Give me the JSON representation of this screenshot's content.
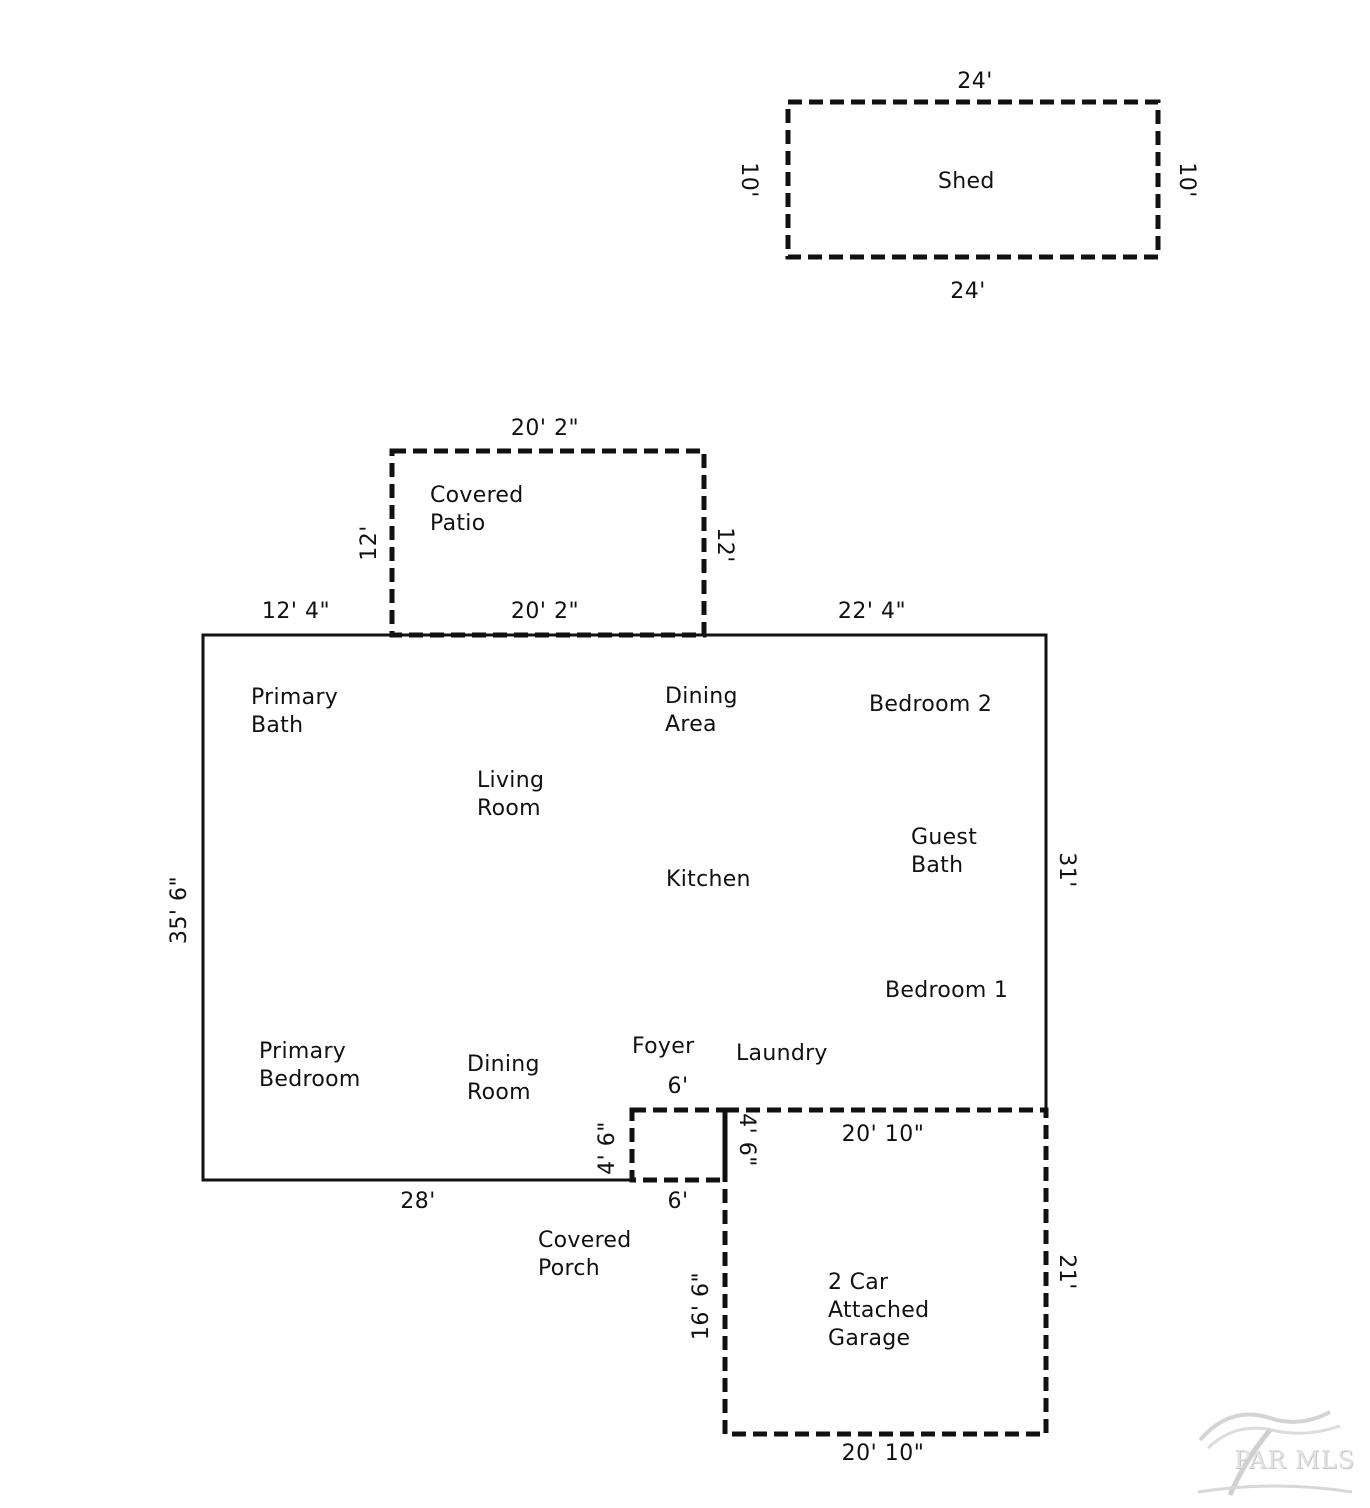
{
  "rooms": {
    "shed": "Shed",
    "covered_patio_1": "Covered",
    "covered_patio_2": "Patio",
    "primary_bath_1": "Primary",
    "primary_bath_2": "Bath",
    "living_room_1": "Living",
    "living_room_2": "Room",
    "dining_area_1": "Dining",
    "dining_area_2": "Area",
    "bedroom_2": "Bedroom 2",
    "guest_bath_1": "Guest",
    "guest_bath_2": "Bath",
    "kitchen": "Kitchen",
    "bedroom_1": "Bedroom 1",
    "primary_bedroom_1": "Primary",
    "primary_bedroom_2": "Bedroom",
    "dining_room_1": "Dining",
    "dining_room_2": "Room",
    "foyer": "Foyer",
    "laundry": "Laundry",
    "covered_porch_1": "Covered",
    "covered_porch_2": "Porch",
    "garage_1": "2 Car",
    "garage_2": "Attached",
    "garage_3": "Garage"
  },
  "dimensions": {
    "shed_top": "24'",
    "shed_bottom": "24'",
    "shed_left": "10'",
    "shed_right": "10'",
    "patio_top": "20' 2\"",
    "patio_bottom": "20' 2\"",
    "patio_left": "12'",
    "patio_right": "12'",
    "house_top_left": "12' 4\"",
    "house_top_right": "22' 4\"",
    "house_left": "35' 6\"",
    "house_right": "31'",
    "house_bottom": "28'",
    "porch_top": "6'",
    "porch_bottom": "6'",
    "porch_left": "4' 6\"",
    "porch_right": "4' 6\"",
    "garage_top": "20' 10\"",
    "garage_bottom": "20' 10\"",
    "garage_left": "16' 6\"",
    "garage_right": "21'"
  },
  "watermark": "PAR MLS"
}
